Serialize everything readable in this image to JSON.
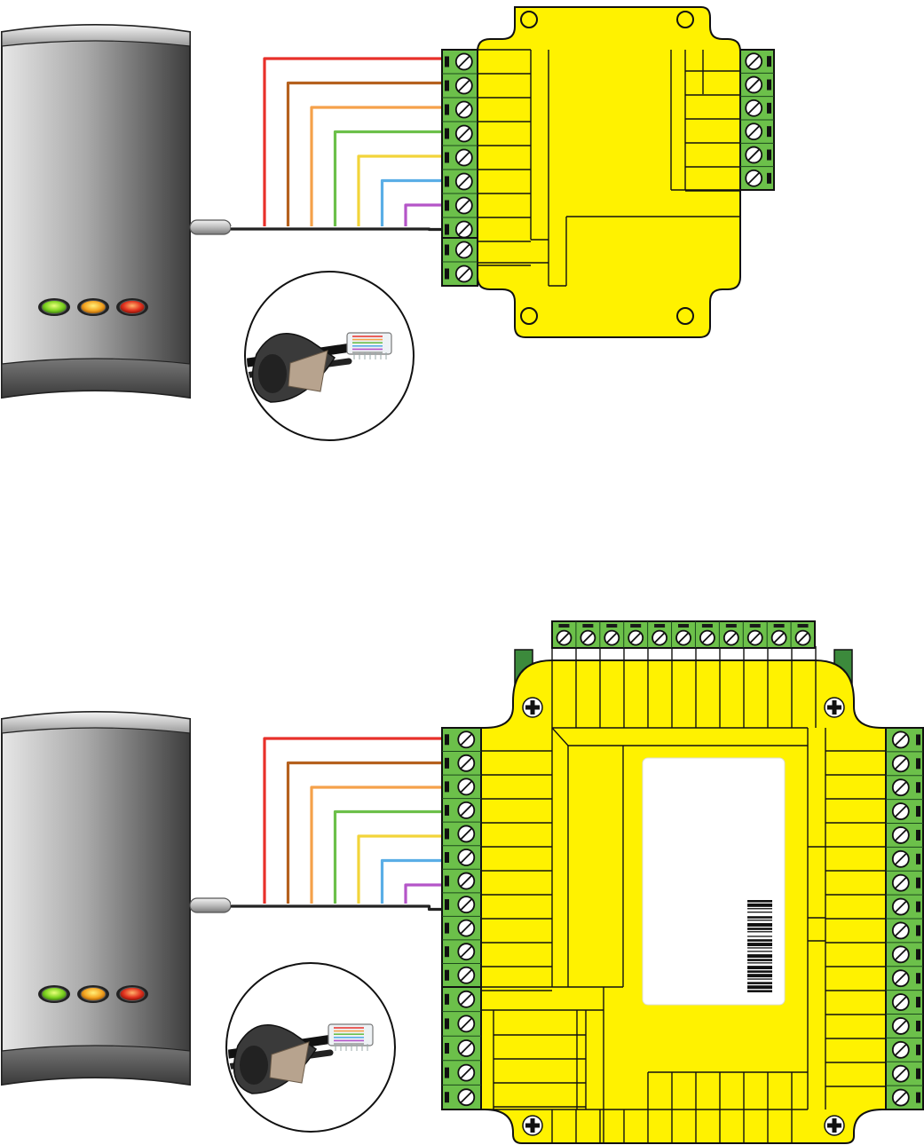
{
  "panels": [
    {
      "id": "top",
      "device": "small-controller",
      "leds": [
        "green",
        "orange",
        "red"
      ],
      "connector": "rj45-plug"
    },
    {
      "id": "bottom",
      "device": "large-controller",
      "leds": [
        "green",
        "orange",
        "red"
      ],
      "connector": "rj45-plug"
    }
  ],
  "wire_colors": [
    "#e8302a",
    "#b5611e",
    "#f5a14a",
    "#6cc04a",
    "#f2d43a",
    "#5aaee6",
    "#b455c8",
    "#222222"
  ],
  "colors": {
    "controller_body": "#fff200",
    "terminal_green": "#6cc04a",
    "terminal_dark_green": "#3c8a3c",
    "reader_dark": "#4a4a4a",
    "reader_light": "#cfcfcf"
  },
  "icons": {
    "reader": "card-reader-icon",
    "led": "led-icon",
    "screw_terminal": "screw-terminal-icon",
    "mount_hole": "mount-hole-icon",
    "mount_screw": "phillips-screw-icon",
    "barcode": "barcode-icon",
    "rj45": "rj45-plug-icon"
  },
  "label_printed": false
}
